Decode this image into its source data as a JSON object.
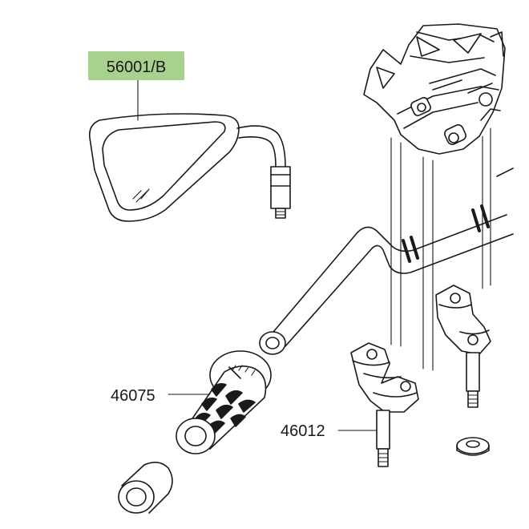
{
  "colors": {
    "highlight": "#a9d18e",
    "line": "#1a1a1a",
    "background": "#ffffff"
  },
  "parts": [
    {
      "id": "mirror",
      "number": "56001/B",
      "highlighted": true
    },
    {
      "id": "grip",
      "number": "46075",
      "highlighted": false
    },
    {
      "id": "holder-bolt",
      "number": "46012",
      "highlighted": false
    }
  ]
}
